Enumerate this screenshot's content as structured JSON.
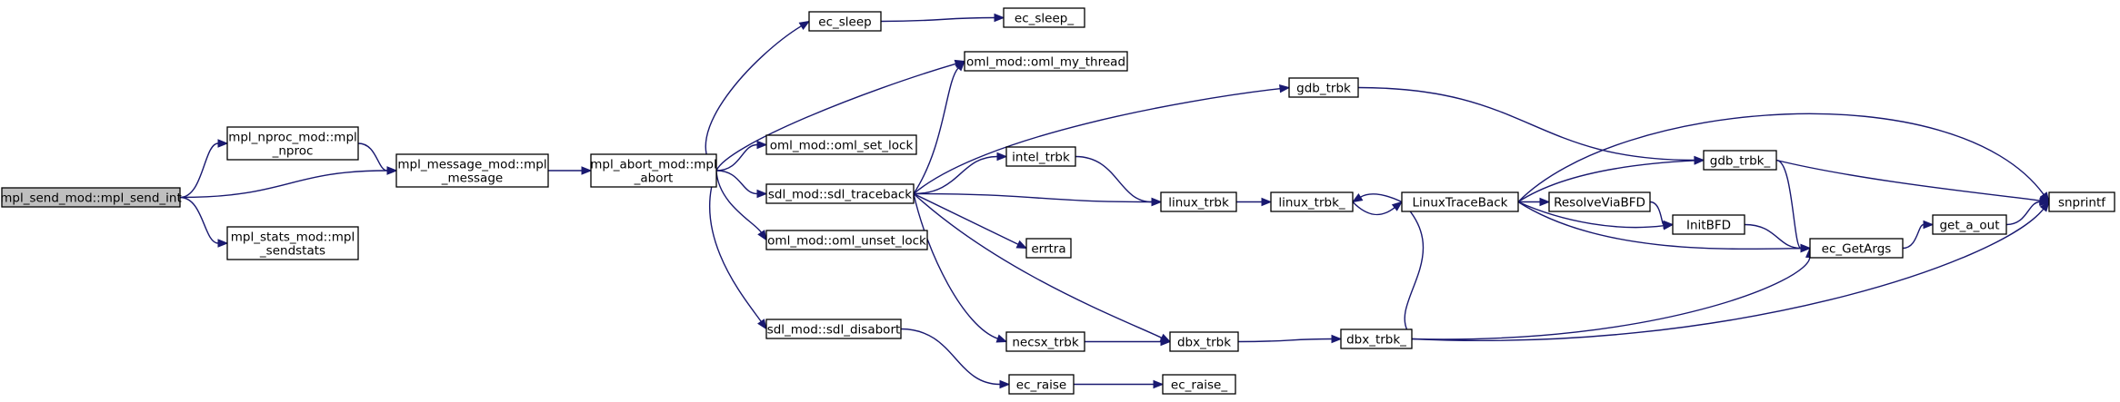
{
  "diagram": {
    "type": "call-graph",
    "colors": {
      "edge": "#191970",
      "node_fill": "#ffffff",
      "root_fill": "#bfbfbf",
      "node_border": "#000000"
    },
    "nodes": [
      {
        "id": "mpl_send_int",
        "lines": [
          "mpl_send_mod::mpl_send_int"
        ],
        "root": true
      },
      {
        "id": "mpl_nproc",
        "lines": [
          "mpl_nproc_mod::mpl",
          "_nproc"
        ]
      },
      {
        "id": "mpl_sendstats",
        "lines": [
          "mpl_stats_mod::mpl",
          "_sendstats"
        ]
      },
      {
        "id": "mpl_message",
        "lines": [
          "mpl_message_mod::mpl",
          "_message"
        ]
      },
      {
        "id": "mpl_abort",
        "lines": [
          "mpl_abort_mod::mpl",
          "_abort"
        ]
      },
      {
        "id": "ec_sleep",
        "lines": [
          "ec_sleep"
        ]
      },
      {
        "id": "ec_sleep_",
        "lines": [
          "ec_sleep_"
        ]
      },
      {
        "id": "oml_my_thread",
        "lines": [
          "oml_mod::oml_my_thread"
        ]
      },
      {
        "id": "oml_set_lock",
        "lines": [
          "oml_mod::oml_set_lock"
        ]
      },
      {
        "id": "sdl_traceback",
        "lines": [
          "sdl_mod::sdl_traceback"
        ]
      },
      {
        "id": "oml_unset_lock",
        "lines": [
          "oml_mod::oml_unset_lock"
        ]
      },
      {
        "id": "sdl_disabort",
        "lines": [
          "sdl_mod::sdl_disabort"
        ]
      },
      {
        "id": "gdb_trbk",
        "lines": [
          "gdb_trbk"
        ]
      },
      {
        "id": "intel_trbk",
        "lines": [
          "intel_trbk"
        ]
      },
      {
        "id": "errtra",
        "lines": [
          "errtra"
        ]
      },
      {
        "id": "necsx_trbk",
        "lines": [
          "necsx_trbk"
        ]
      },
      {
        "id": "ec_raise",
        "lines": [
          "ec_raise"
        ]
      },
      {
        "id": "ec_raise_",
        "lines": [
          "ec_raise_"
        ]
      },
      {
        "id": "linux_trbk",
        "lines": [
          "linux_trbk"
        ]
      },
      {
        "id": "dbx_trbk",
        "lines": [
          "dbx_trbk"
        ]
      },
      {
        "id": "linux_trbk_",
        "lines": [
          "linux_trbk_"
        ]
      },
      {
        "id": "LinuxTraceBack",
        "lines": [
          "LinuxTraceBack"
        ]
      },
      {
        "id": "gdb_trbk_",
        "lines": [
          "gdb_trbk_"
        ]
      },
      {
        "id": "ResolveViaBFD",
        "lines": [
          "ResolveViaBFD"
        ]
      },
      {
        "id": "InitBFD",
        "lines": [
          "InitBFD"
        ]
      },
      {
        "id": "dbx_trbk_",
        "lines": [
          "dbx_trbk_"
        ]
      },
      {
        "id": "ec_GetArgs",
        "lines": [
          "ec_GetArgs"
        ]
      },
      {
        "id": "get_a_out",
        "lines": [
          "get_a_out"
        ]
      },
      {
        "id": "snprintf",
        "lines": [
          "snprintf"
        ]
      }
    ],
    "edges": [
      [
        "mpl_send_int",
        "mpl_nproc"
      ],
      [
        "mpl_send_int",
        "mpl_message"
      ],
      [
        "mpl_send_int",
        "mpl_sendstats"
      ],
      [
        "mpl_nproc",
        "mpl_message"
      ],
      [
        "mpl_message",
        "mpl_abort"
      ],
      [
        "mpl_abort",
        "ec_sleep"
      ],
      [
        "mpl_abort",
        "oml_my_thread"
      ],
      [
        "mpl_abort",
        "oml_set_lock"
      ],
      [
        "mpl_abort",
        "sdl_traceback"
      ],
      [
        "mpl_abort",
        "oml_unset_lock"
      ],
      [
        "mpl_abort",
        "sdl_disabort"
      ],
      [
        "ec_sleep",
        "ec_sleep_"
      ],
      [
        "sdl_traceback",
        "oml_my_thread"
      ],
      [
        "sdl_traceback",
        "gdb_trbk"
      ],
      [
        "sdl_traceback",
        "intel_trbk"
      ],
      [
        "sdl_traceback",
        "linux_trbk"
      ],
      [
        "sdl_traceback",
        "errtra"
      ],
      [
        "sdl_traceback",
        "necsx_trbk"
      ],
      [
        "sdl_traceback",
        "dbx_trbk"
      ],
      [
        "sdl_disabort",
        "ec_raise"
      ],
      [
        "ec_raise",
        "ec_raise_"
      ],
      [
        "intel_trbk",
        "linux_trbk"
      ],
      [
        "linux_trbk",
        "linux_trbk_"
      ],
      [
        "linux_trbk_",
        "LinuxTraceBack"
      ],
      [
        "LinuxTraceBack",
        "linux_trbk_"
      ],
      [
        "necsx_trbk",
        "dbx_trbk"
      ],
      [
        "gdb_trbk",
        "gdb_trbk_"
      ],
      [
        "dbx_trbk",
        "dbx_trbk_"
      ],
      [
        "LinuxTraceBack",
        "gdb_trbk_"
      ],
      [
        "LinuxTraceBack",
        "ResolveViaBFD"
      ],
      [
        "LinuxTraceBack",
        "InitBFD"
      ],
      [
        "LinuxTraceBack",
        "ec_GetArgs"
      ],
      [
        "LinuxTraceBack",
        "dbx_trbk_"
      ],
      [
        "LinuxTraceBack",
        "snprintf"
      ],
      [
        "ResolveViaBFD",
        "InitBFD"
      ],
      [
        "gdb_trbk_",
        "ec_GetArgs"
      ],
      [
        "gdb_trbk_",
        "snprintf"
      ],
      [
        "InitBFD",
        "ec_GetArgs"
      ],
      [
        "dbx_trbk_",
        "ec_GetArgs"
      ],
      [
        "dbx_trbk_",
        "snprintf"
      ],
      [
        "ec_GetArgs",
        "get_a_out"
      ],
      [
        "get_a_out",
        "snprintf"
      ]
    ]
  }
}
